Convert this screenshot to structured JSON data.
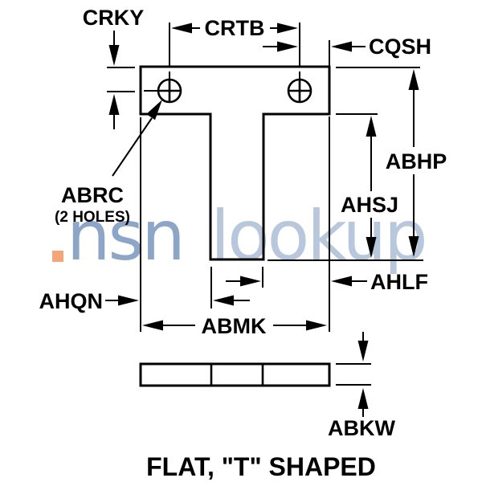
{
  "caption": "FLAT, \"T\" SHAPED",
  "labels": {
    "crky": "CRKY",
    "crtb": "CRTB",
    "cqsh": "CQSH",
    "abhp": "ABHP",
    "ahsj": "AHSJ",
    "ahlf": "AHLF",
    "ahqn": "AHQN",
    "abmk": "ABMK",
    "abkw": "ABKW",
    "abrc": "ABRC",
    "abrc_note": "(2 HOLES)"
  },
  "watermark": {
    "part1": "nsn",
    "part2": "lookup",
    "color_part1": "#8da6c7",
    "color_part2": "#b9c7dc",
    "accent_color": "#f4a678"
  },
  "drawing": {
    "line_color": "#000000",
    "background": "#ffffff",
    "hole_count": 2
  }
}
